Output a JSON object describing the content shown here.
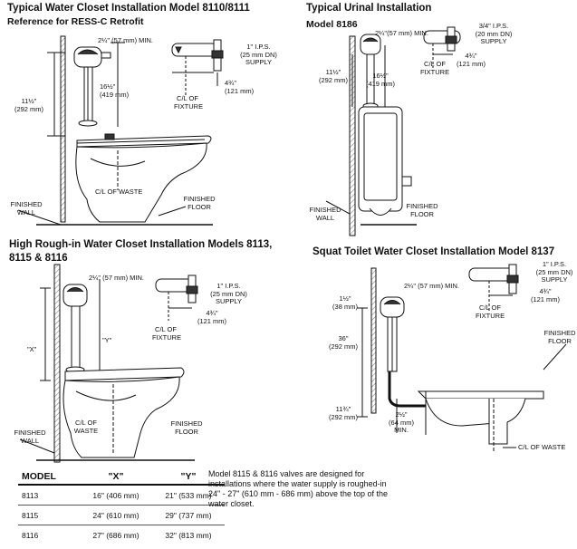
{
  "sections": {
    "wc8110": {
      "title": "Typical Water Closet Installation Model 8110/8111",
      "subtitle": "Reference for RESS-C Retrofit",
      "labels": {
        "min": "2¼\" (57 mm) MIN.",
        "ips": "1\" I.P.S.",
        "ips_mm": "(25 mm DN)",
        "supply": "SUPPLY",
        "dim_16": "16½\"",
        "dim_16_mm": "(419 mm)",
        "dim_11": "11½\"",
        "dim_11_mm": "(292 mm)",
        "dim_4": "4¾\"",
        "dim_4_mm": "(121 mm)",
        "cl_fixture_1": "C/L OF",
        "cl_fixture_2": "FIXTURE",
        "cl_waste": "C/L OF WASTE",
        "finished_wall_1": "FINISHED",
        "finished_wall_2": "WALL",
        "finished_floor_1": "FINISHED",
        "finished_floor_2": "FLOOR"
      }
    },
    "urinal": {
      "title": "Typical Urinal Installation",
      "subtitle": "Model 8186",
      "labels": {
        "min": "2¼\"(57 mm) MIN.",
        "ips": "3/4\" I.P.S.",
        "ips_mm": "(20 mm DN)",
        "supply": "SUPPLY",
        "cl_fixture_1": "C/L OF",
        "cl_fixture_2": "FIXTURE",
        "dim_4": "4¾\"",
        "dim_4_mm": "(121 mm)",
        "dim_11": "11½\"",
        "dim_11_mm": "(292 mm)",
        "dim_16": "16½\"",
        "dim_16_mm": "(419 mm)",
        "finished_wall_1": "FINISHED",
        "finished_wall_2": "WALL",
        "finished_floor_1": "FINISHED",
        "finished_floor_2": "FLOOR"
      }
    },
    "high_rough": {
      "title_line1": "High Rough-in Water Closet Installation Models 8113,",
      "title_line2": "8115 & 8116",
      "labels": {
        "min": "2¼\" (57 mm) MIN.",
        "ips": "1\" I.P.S.",
        "ips_mm": "(25 mm DN)",
        "supply": "SUPPLY",
        "dim_4": "4¾\"",
        "dim_4_mm": "(121 mm)",
        "cl_fixture_1": "C/L OF",
        "cl_fixture_2": "FIXTURE",
        "x": "\"X\"",
        "y": "\"Y\"",
        "cl_waste_1": "C/L OF",
        "cl_waste_2": "WASTE",
        "finished_wall_1": "FINISHED",
        "finished_wall_2": "WALL",
        "finished_floor_1": "FINISHED",
        "finished_floor_2": "FLOOR"
      }
    },
    "squat": {
      "title": "Squat Toilet Water Closet Installation Model 8137",
      "labels": {
        "min": "2¼\" (57 mm) MIN.",
        "ips": "1\" I.P.S.",
        "ips_mm": "(25 mm DN)",
        "supply": "SUPPLY",
        "dim_4": "4¾\"",
        "dim_4_mm": "(121 mm)",
        "cl_fixture_1": "C/L OF",
        "cl_fixture_2": "FIXTURE",
        "dim_1_5": "1½\"",
        "dim_1_5_mm": "(38 mm)",
        "dim_36": "36\"",
        "dim_36_mm": "(292 mm)",
        "dim_11": "11¾\"",
        "dim_11_mm": "(292 mm)",
        "dim_2": "2½\"",
        "dim_2_mm": "(64 mm)",
        "dim_2_min": "MIN.",
        "finished_floor_1": "FINISHED",
        "finished_floor_2": "FLOOR",
        "cl_waste": "C/L OF WASTE"
      }
    }
  },
  "table": {
    "headers": [
      "MODEL",
      "\"X\"",
      "\"Y\""
    ],
    "rows": [
      [
        "8113",
        "16\" (406 mm)",
        "21\" (533 mm)"
      ],
      [
        "8115",
        "24\" (610 mm)",
        "29\" (737 mm)"
      ],
      [
        "8116",
        "27\" (686 mm)",
        "32\" (813 mm)"
      ]
    ]
  },
  "note": "Model 8115 & 8116 valves are designed for installations where the water supply is roughed-in 24\" - 27\" (610 mm - 686 mm) above the top of the water closet."
}
